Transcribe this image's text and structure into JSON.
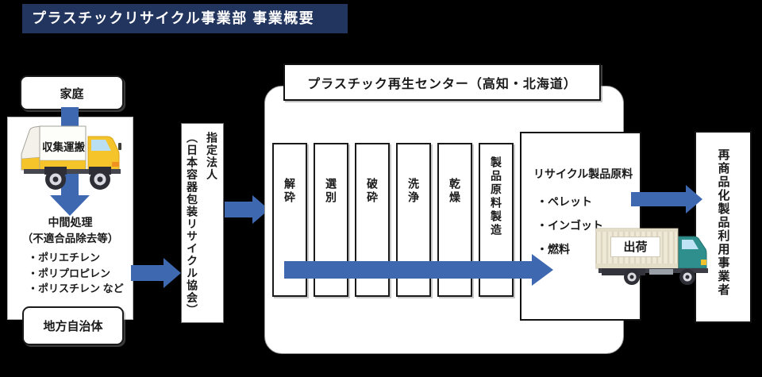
{
  "title_bar": {
    "text": "プラスチックリサイクル事業部 事業概要"
  },
  "left_flow": {
    "source_label": "家庭",
    "truck_label": "収集運搬",
    "process_title": "中間処理",
    "process_subtitle": "（不適合品除去等）",
    "materials": [
      "・ポリエチレン",
      "・ポリプロピレン",
      "・ポリスチレン など"
    ],
    "authority_label": "地方自治体"
  },
  "designated_body": {
    "name": "指定法人",
    "name_paren": "（日本容器包装リサイクル協会）"
  },
  "center": {
    "title": "プラスチック再生センター（高知・北海道）",
    "processes": [
      "解砕",
      "選別",
      "破砕",
      "洗浄",
      "乾燥",
      "製品原料製造"
    ]
  },
  "output": {
    "heading": "リサイクル製品原料",
    "products": [
      "・ペレット",
      "・インゴット",
      "・燃料"
    ],
    "ship_label": "出荷"
  },
  "consumer": {
    "label": "再商品化製品利用事業者"
  },
  "colors": {
    "canvas_bg": "#000000",
    "title_bg": "#21355e",
    "arrow": "#3e68b0",
    "truck_yellow": "#f5c42a",
    "truck_teal": "#2f8f8d"
  }
}
